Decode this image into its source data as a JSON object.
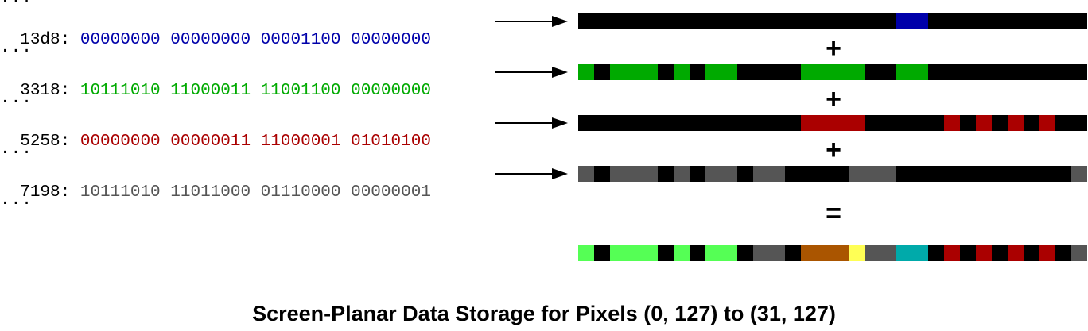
{
  "caption": "Screen-Planar Data Storage for Pixels (0, 127) to (31, 127)",
  "ellipsis": "...",
  "plus": "+",
  "equals": "=",
  "colors": {
    "black": "#000000",
    "plane0": "#0000aa",
    "plane1": "#00aa00",
    "plane2": "#aa0000",
    "plane3": "#555555"
  },
  "planes": [
    {
      "address": "13d8:",
      "bits": "00000000 00000000 00001100 00000000",
      "color": "#0000aa"
    },
    {
      "address": "3318:",
      "bits": "10111010 11000011 11001100 00000000",
      "color": "#00aa00"
    },
    {
      "address": "5258:",
      "bits": "00000000 00000011 11000001 01010100",
      "color": "#aa0000"
    },
    {
      "address": "7198:",
      "bits": "10111010 11011000 01110000 00000001",
      "color": "#555555"
    }
  ],
  "palette": [
    "#000000",
    "#0000aa",
    "#00aa00",
    "#00aaaa",
    "#aa0000",
    "#aa00aa",
    "#aa5500",
    "#aaaaaa",
    "#555555",
    "#5555ff",
    "#55ff55",
    "#55ffff",
    "#ff5555",
    "#ff55ff",
    "#ffff55",
    "#ffffff"
  ]
}
